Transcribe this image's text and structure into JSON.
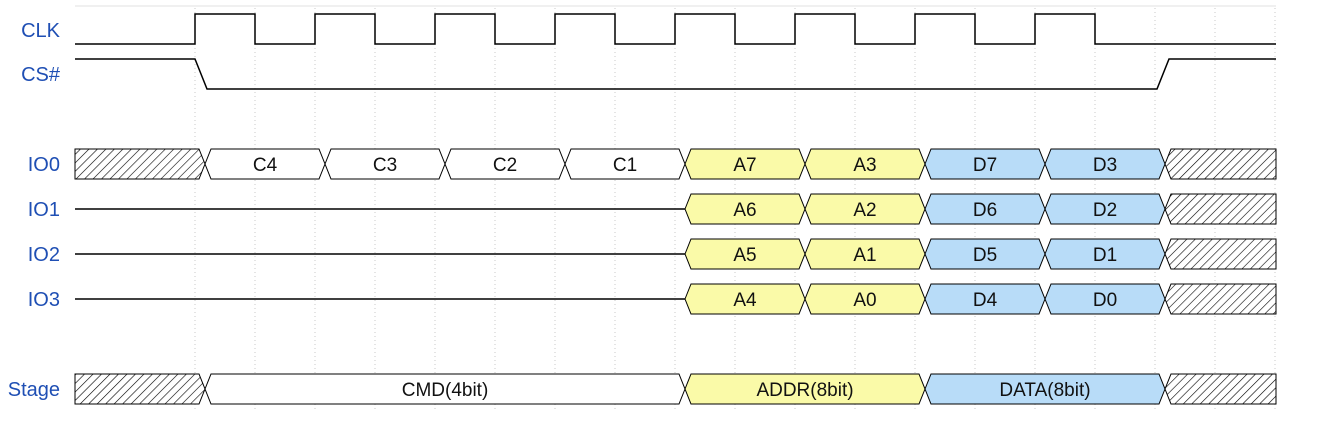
{
  "colors": {
    "label": "#1f4fb4",
    "grid": "#c8c8c8",
    "white": "#ffffff",
    "yellow": "#fafaa8",
    "blue": "#b8dcf8",
    "hatch": "#000000"
  },
  "signals": {
    "clk": "CLK",
    "cs": "CS#",
    "io0": "IO0",
    "io1": "IO1",
    "io2": "IO2",
    "io3": "IO3",
    "stage": "Stage"
  },
  "io_rows": [
    [
      "C4",
      "C3",
      "C2",
      "C1",
      "A7",
      "A3",
      "D7",
      "D3"
    ],
    [
      "",
      "",
      "",
      "",
      "A6",
      "A2",
      "D6",
      "D2"
    ],
    [
      "",
      "",
      "",
      "",
      "A5",
      "A1",
      "D5",
      "D1"
    ],
    [
      "",
      "",
      "",
      "",
      "A4",
      "A0",
      "D4",
      "D0"
    ]
  ],
  "cell_colors": [
    "white",
    "white",
    "white",
    "white",
    "yellow",
    "yellow",
    "blue",
    "blue"
  ],
  "stage_segments": [
    {
      "label": "CMD(4bit)",
      "cycles": 4,
      "color": "white"
    },
    {
      "label": "ADDR(8bit)",
      "cycles": 2,
      "color": "yellow"
    },
    {
      "label": "DATA(8bit)",
      "cycles": 2,
      "color": "blue"
    }
  ]
}
